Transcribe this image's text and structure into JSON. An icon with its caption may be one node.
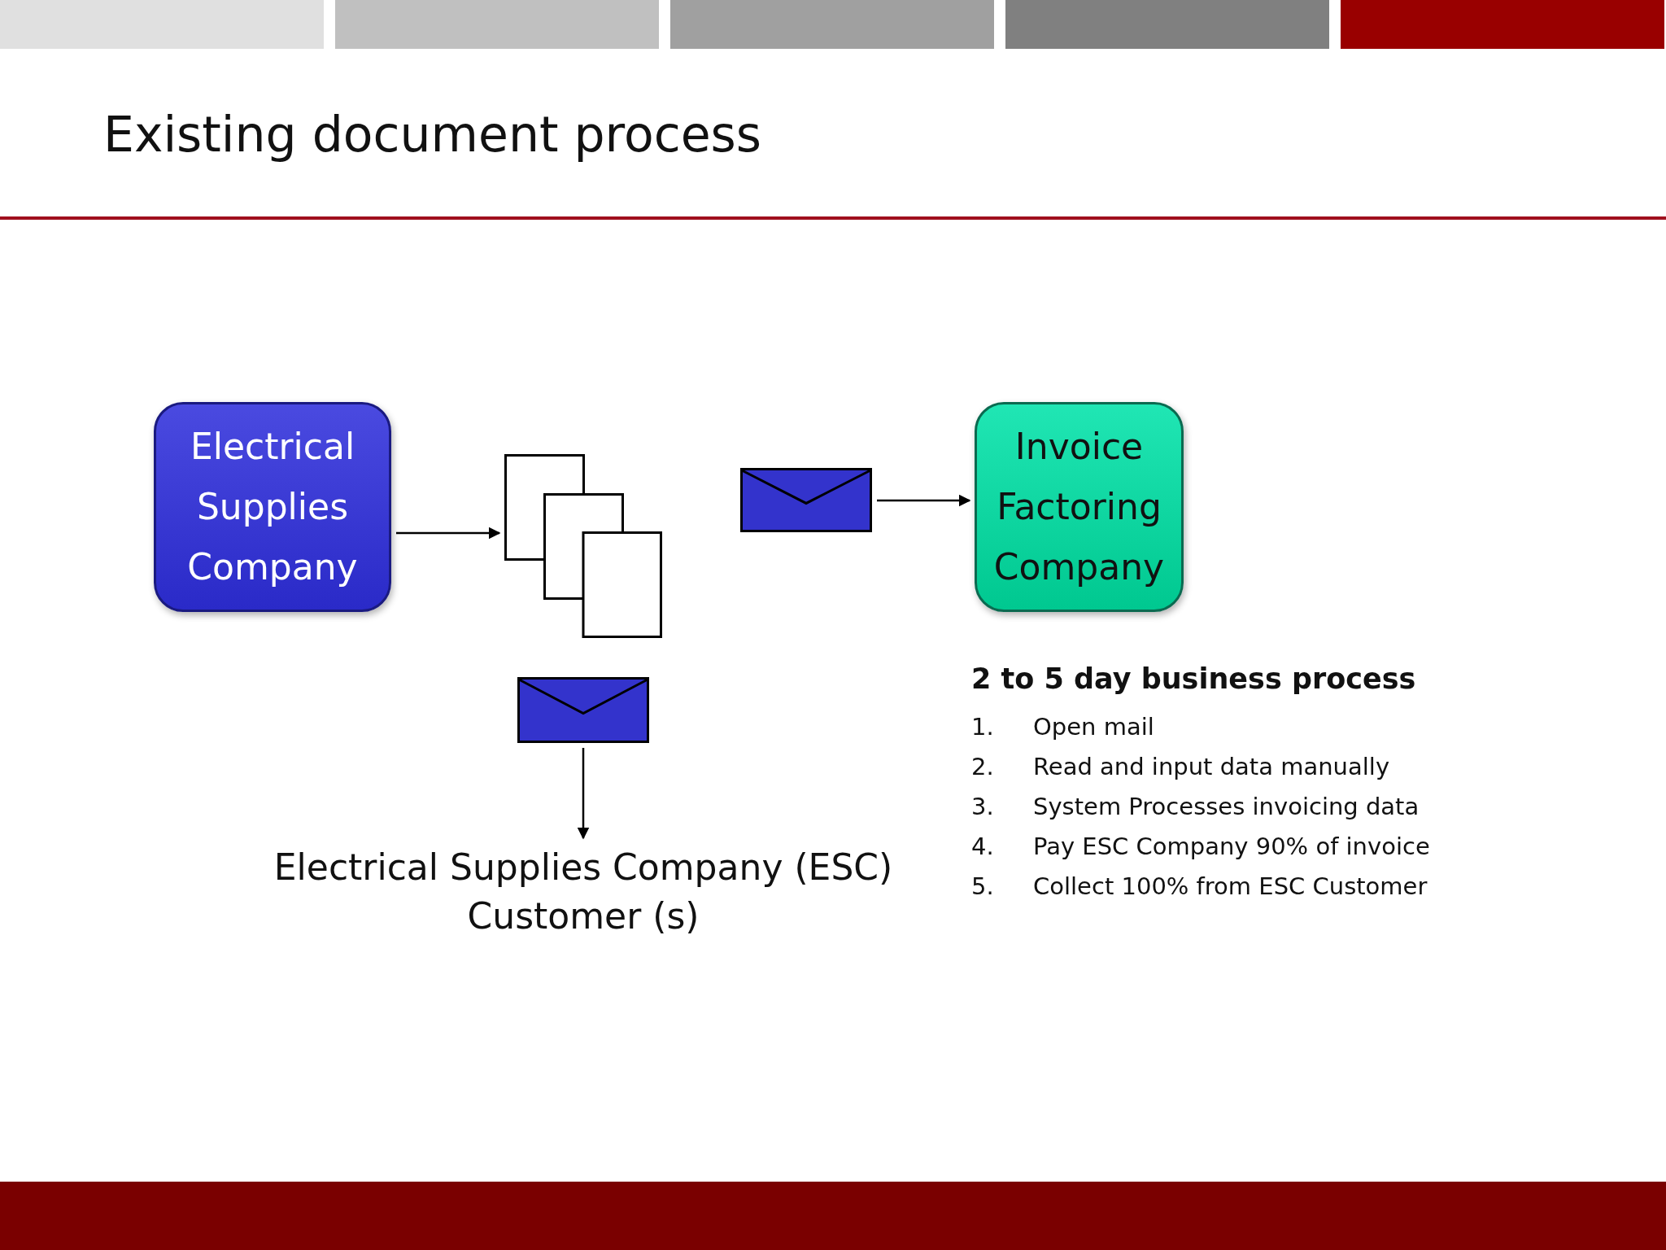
{
  "diagram": {
    "title": "Existing document process",
    "nodes": [
      {
        "text": [
          "Electrical Supplies Company"
        ]
      },
      {
        "text": [],
        "shape": "document"
      },
      {
        "text": [],
        "shape": "envelope"
      },
      {
        "text": [
          "Invoice Factoring Company"
        ]
      },
      {
        "text": [],
        "shape": "envelope"
      },
      {
        "text": [
          "Electrical Supplies Company (ESC) Customer (s)"
        ]
      }
    ],
    "edges": [
      {
        "from": 0,
        "to": 1,
        "arrow": "to"
      },
      {
        "from": 2,
        "to": 3,
        "arrow": "to"
      },
      {
        "from": 4,
        "to": 5,
        "arrow": "to"
      }
    ],
    "labels": [
      "2 to 5 day business process",
      "1.",
      "Open mail",
      "2.",
      "Read and input data manually",
      "3.",
      "System Processes invoicing data",
      "4.",
      "Pay ESC Company 90% of invoice",
      "5.",
      "Collect 100% from ESC Customer"
    ]
  }
}
